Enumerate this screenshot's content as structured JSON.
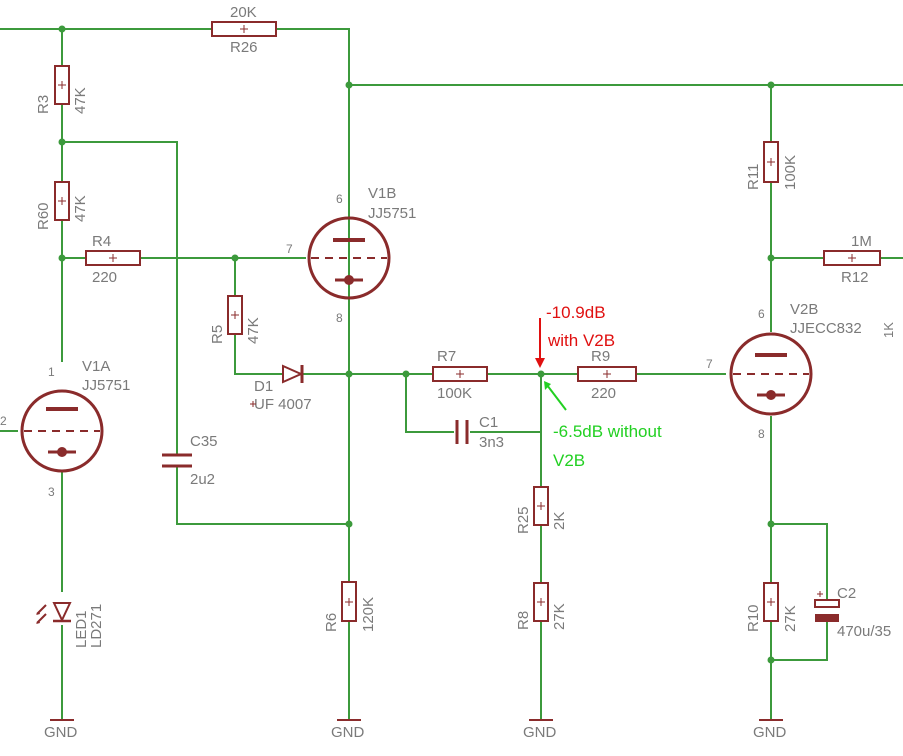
{
  "components": {
    "R26": {
      "name": "R26",
      "value": "20K"
    },
    "R3": {
      "name": "R3",
      "value": "47K"
    },
    "R60": {
      "name": "R60",
      "value": "47K"
    },
    "R4": {
      "name": "R4",
      "value": "220"
    },
    "R5": {
      "name": "R5",
      "value": "47K"
    },
    "R6": {
      "name": "R6",
      "value": "120K"
    },
    "R7": {
      "name": "R7",
      "value": "100K"
    },
    "R9": {
      "name": "R9",
      "value": "220"
    },
    "R25": {
      "name": "R25",
      "value": "2K"
    },
    "R8": {
      "name": "R8",
      "value": "27K"
    },
    "R11": {
      "name": "R11",
      "value": "100K"
    },
    "R12": {
      "name": "R12",
      "value": "1M"
    },
    "R10": {
      "name": "R10",
      "value": "27K"
    },
    "C35": {
      "name": "C35",
      "value": "2u2"
    },
    "C1": {
      "name": "C1",
      "value": "3n3"
    },
    "C2": {
      "name": "C2",
      "value": "470u/35"
    },
    "D1": {
      "name": "D1",
      "value": "UF 4007"
    },
    "LED1": {
      "name": "LED1",
      "value": "LD271"
    },
    "V1A": {
      "name": "V1A",
      "value": "JJ5751"
    },
    "V1B": {
      "name": "V1B",
      "value": "JJ5751"
    },
    "V2B": {
      "name": "V2B",
      "value": "JJECC832"
    }
  },
  "pins": {
    "v1a_top": "1",
    "v1a_left": "2",
    "v1a_bottom": "3",
    "v1b_top": "6",
    "v1b_left": "7",
    "v1b_bottom": "8",
    "v2b_top": "6",
    "v2b_left": "7",
    "v2b_bottom": "8"
  },
  "ground_label": "GND",
  "annotations": {
    "with_v2b_line1": "-10.9dB",
    "with_v2b_line2": "with V2B",
    "without_v2b_line1": "-6.5dB without",
    "without_v2b_line2": "V2B",
    "with_color": "#e01010",
    "without_color": "#22d022"
  },
  "colors": {
    "wire": "#3c9a3c",
    "part": "#8a2b2b",
    "label": "#7a7a7a"
  }
}
